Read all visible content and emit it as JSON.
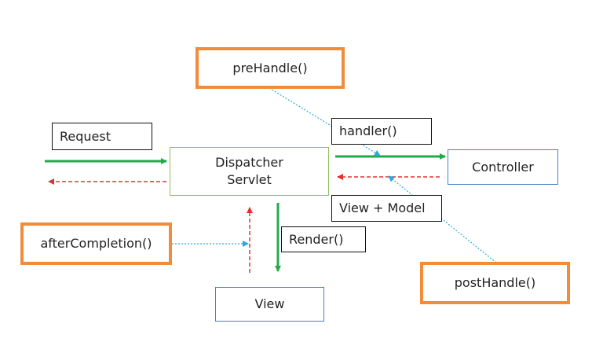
{
  "colors": {
    "flow_arrow": "#22aa4a",
    "return_arrow": "#e53030",
    "interceptor_arrow": "#2aa8e0",
    "interceptor_box": "#f08c3a",
    "servlet_box": "#8fc05a",
    "component_box": "#4a7ec4"
  },
  "nodes": {
    "prehandle": "preHandle()",
    "request": "Request",
    "handler": "handler()",
    "dispatcher_line1": "Dispatcher",
    "dispatcher_line2": "Servlet",
    "controller": "Controller",
    "view_model": "View + Model",
    "aftercompletion": "afterCompletion()",
    "render": "Render()",
    "posthandle": "postHandle()",
    "view": "View"
  },
  "edges": [
    {
      "from": "client",
      "to": "dispatcher",
      "style": "solid",
      "color": "flow_arrow"
    },
    {
      "from": "dispatcher",
      "to": "client",
      "style": "dashed",
      "color": "return_arrow"
    },
    {
      "from": "dispatcher",
      "to": "controller",
      "style": "solid",
      "color": "flow_arrow"
    },
    {
      "from": "controller",
      "to": "dispatcher",
      "style": "dashed",
      "color": "return_arrow"
    },
    {
      "from": "dispatcher",
      "to": "view",
      "style": "solid",
      "color": "flow_arrow"
    },
    {
      "from": "view",
      "to": "dispatcher",
      "style": "dashed",
      "color": "return_arrow"
    },
    {
      "from": "prehandle",
      "to": "handler-arrow",
      "style": "dotted",
      "color": "interceptor_arrow"
    },
    {
      "from": "posthandle",
      "to": "return-arrow",
      "style": "dotted",
      "color": "interceptor_arrow"
    },
    {
      "from": "aftercompletion",
      "to": "view-return",
      "style": "dotted",
      "color": "interceptor_arrow"
    }
  ]
}
